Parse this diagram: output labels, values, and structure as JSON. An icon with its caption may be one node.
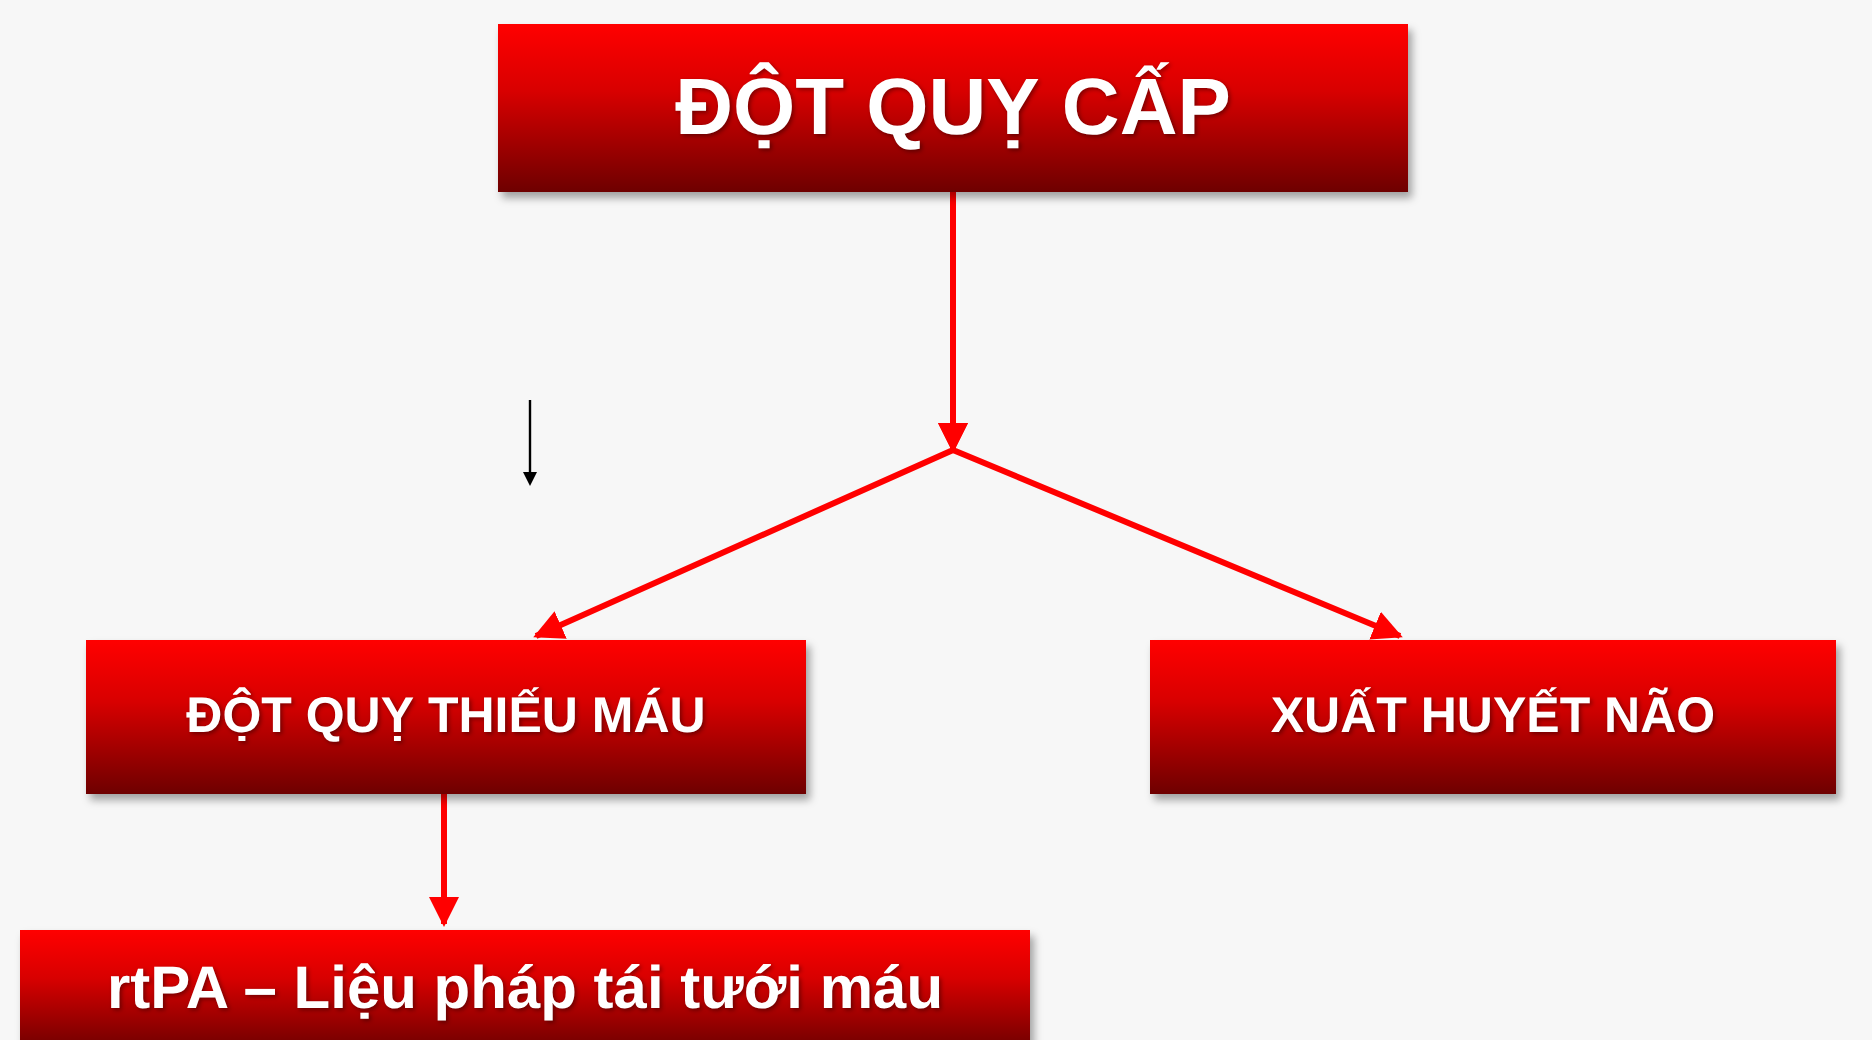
{
  "diagram": {
    "nodes": [
      {
        "text": [
          "ĐỘT QUỴ CẤP"
        ]
      },
      {
        "text": [
          "ĐỘT QUỴ THIẾU MÁU"
        ]
      },
      {
        "text": [
          "XUẤT HUYẾT NÃO"
        ]
      },
      {
        "text": [
          "rtPA – Liệu pháp tái tưới máu"
        ]
      }
    ],
    "edges": [
      {
        "from": 0,
        "to": 1,
        "arrow": "to"
      },
      {
        "from": 0,
        "to": 2,
        "arrow": "to"
      },
      {
        "from": 1,
        "to": 3,
        "arrow": "to"
      }
    ]
  }
}
